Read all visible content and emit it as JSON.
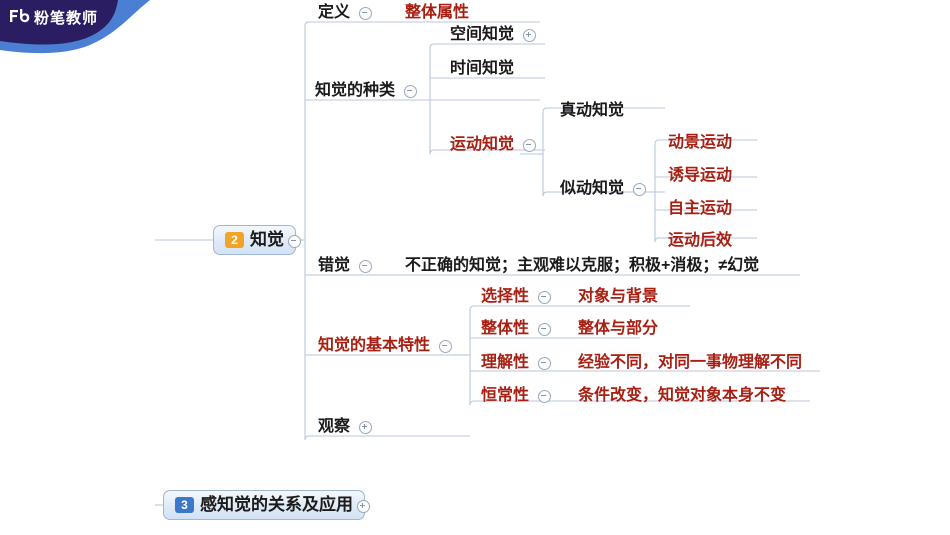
{
  "brand": {
    "name": "粉笔教师",
    "mark": "Fb",
    "banner_dark": "#2b1d62",
    "banner_wave": "#4a7fd4"
  },
  "theme": {
    "text_black": "#1a1a1a",
    "text_red": "#a81f12",
    "link_color": "#b9c7dd",
    "node_fill": "#dfeaf7",
    "node_border": "#9fb6d6",
    "badge_orange": "#f2a426",
    "badge_blue": "#3d78c8"
  },
  "root": {
    "number": "2",
    "label": "知觉",
    "toggle": "minus"
  },
  "bottom_topic": {
    "number": "3",
    "label": "感知觉的关系及应用",
    "toggle": "plus"
  },
  "nodes": {
    "definition": {
      "label": "定义",
      "toggle": "minus",
      "color": "black"
    },
    "definition_value": {
      "label": "整体属性",
      "color": "red"
    },
    "types": {
      "label": "知觉的种类",
      "toggle": "minus",
      "color": "black"
    },
    "space_perception": {
      "label": "空间知觉",
      "toggle": "plus",
      "color": "black"
    },
    "time_perception": {
      "label": "时间知觉",
      "color": "black"
    },
    "motion_perception": {
      "label": "运动知觉",
      "toggle": "minus",
      "color": "red"
    },
    "real_motion": {
      "label": "真动知觉",
      "color": "black"
    },
    "apparent_motion": {
      "label": "似动知觉",
      "toggle": "minus",
      "color": "black"
    },
    "phi_motion": {
      "label": "动景运动",
      "color": "red"
    },
    "induced_motion": {
      "label": "诱导运动",
      "color": "red"
    },
    "autokinetic_motion": {
      "label": "自主运动",
      "color": "red"
    },
    "motion_aftereffect": {
      "label": "运动后效",
      "color": "red"
    },
    "illusion": {
      "label": "错觉",
      "toggle": "minus",
      "color": "black"
    },
    "illusion_value": {
      "label": "不正确的知觉；主观难以克服；积极+消极；≠幻觉",
      "color": "black"
    },
    "basic_traits": {
      "label": "知觉的基本特性",
      "toggle": "minus",
      "color": "red"
    },
    "selectivity": {
      "label": "选择性",
      "toggle": "minus",
      "color": "red"
    },
    "selectivity_value": {
      "label": "对象与背景",
      "color": "red"
    },
    "wholeness": {
      "label": "整体性",
      "toggle": "minus",
      "color": "red"
    },
    "wholeness_value": {
      "label": "整体与部分",
      "color": "red"
    },
    "comprehension": {
      "label": "理解性",
      "toggle": "minus",
      "color": "red"
    },
    "comprehension_value": {
      "label": "经验不同，对同一事物理解不同",
      "color": "red"
    },
    "constancy": {
      "label": "恒常性",
      "toggle": "minus",
      "color": "red"
    },
    "constancy_value": {
      "label": "条件改变，知觉对象本身不变",
      "color": "red"
    },
    "observation": {
      "label": "观察",
      "toggle": "plus",
      "color": "black"
    }
  }
}
